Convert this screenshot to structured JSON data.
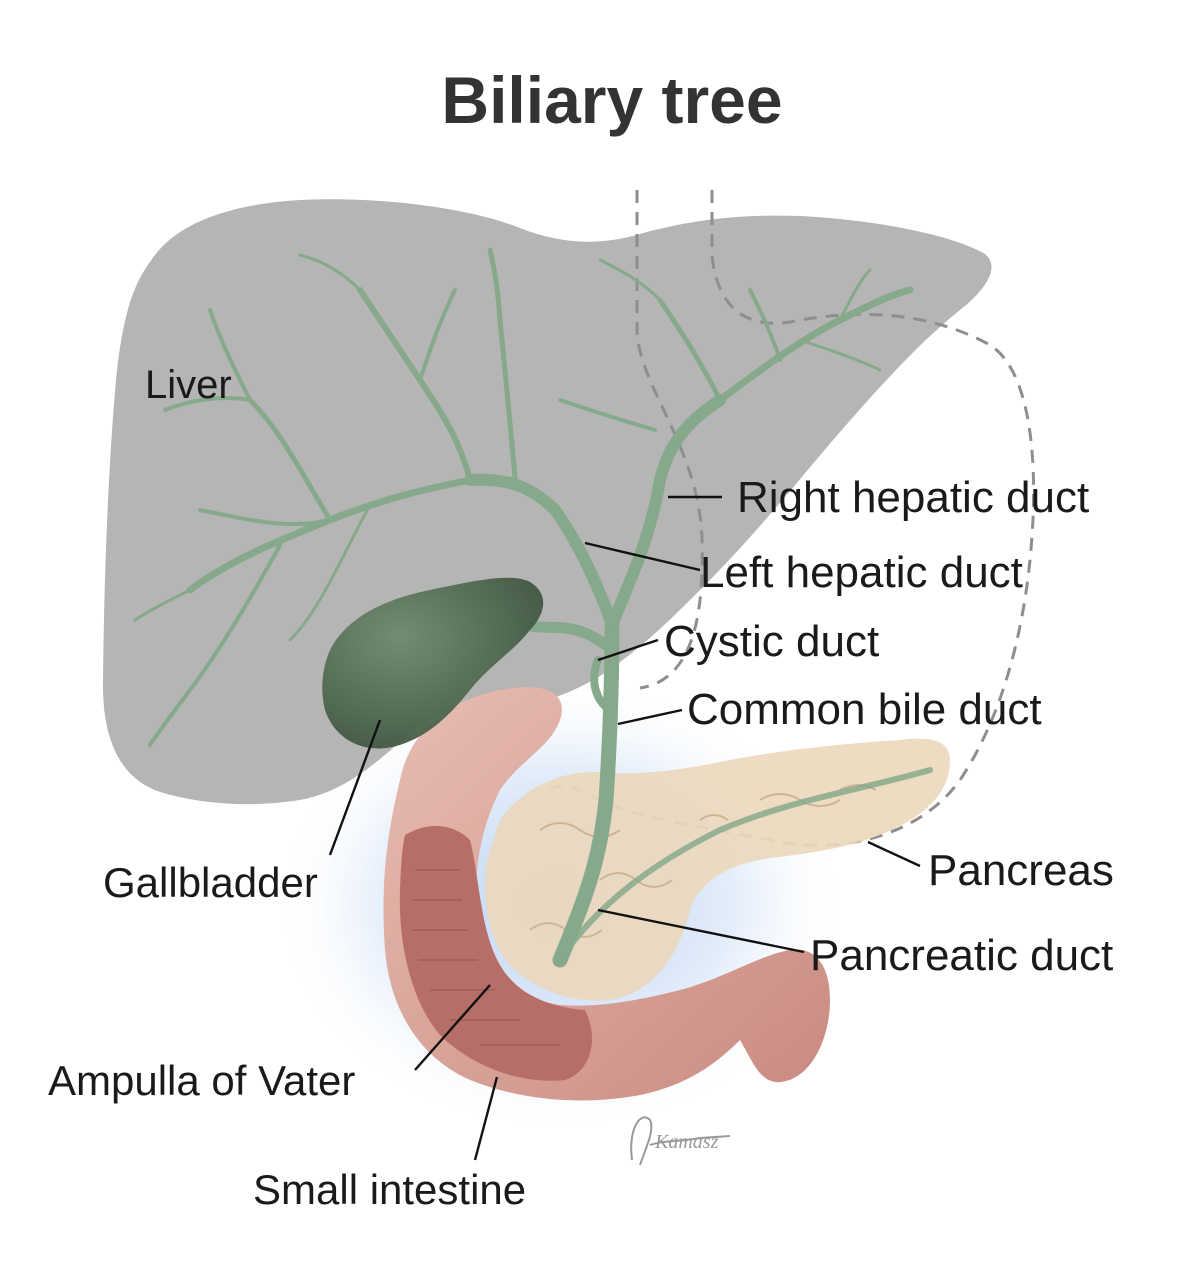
{
  "title": "Biliary tree",
  "labels": {
    "liver": "Liver",
    "right_hepatic_duct": "Right hepatic duct",
    "left_hepatic_duct": "Left hepatic duct",
    "cystic_duct": "Cystic duct",
    "common_bile_duct": "Common bile duct",
    "gallbladder": "Gallbladder",
    "pancreas": "Pancreas",
    "pancreatic_duct": "Pancreatic duct",
    "ampulla_of_vater": "Ampulla of Vater",
    "small_intestine": "Small intestine"
  },
  "signature": "Kamasz",
  "colors": {
    "liver": "#b5b5b5",
    "duct": "#87a98b",
    "gallbladder": "#556d55",
    "pancreas": "#ecd8bd",
    "intestine": "#d9a59a",
    "intestine_inner": "#b86e68",
    "glow": "#a9c6ee"
  }
}
